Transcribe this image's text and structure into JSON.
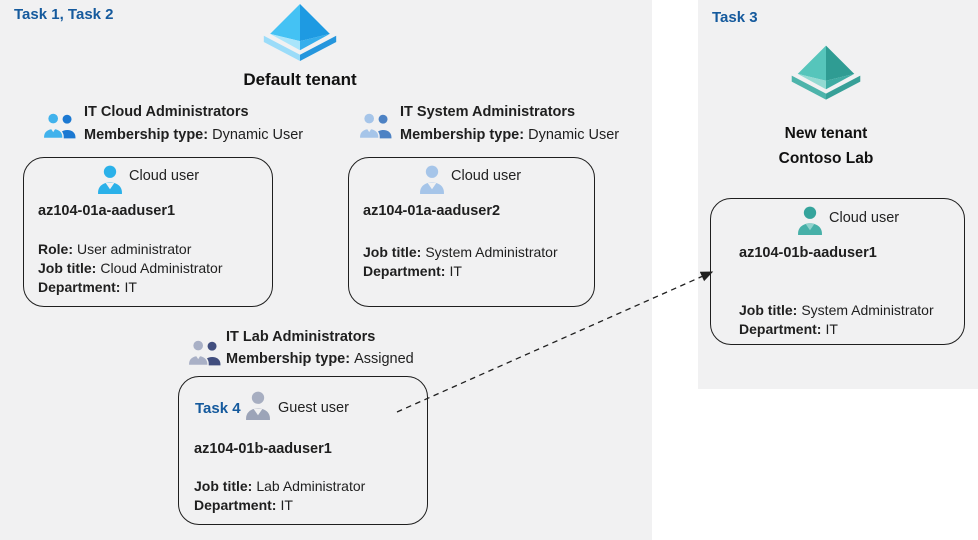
{
  "colors": {
    "background": "#ffffff",
    "panel_bg": "#f1f1f2",
    "task_label_blue": "#155a9d",
    "text": "#1f1f1f",
    "card_border": "#1f1f1f",
    "cloud_user_cyan": "#2bb1e9",
    "cloud_user_pale_blue": "#a6c5e9",
    "guest_user_gray": "#9ca4b8",
    "cloud_user_teal": "#47b0a8",
    "group_cloud": {
      "front": "#41b2ec",
      "back": "#1c79d2"
    },
    "group_system": {
      "front": "#a6c5e9",
      "back": "#4d82c4"
    },
    "group_lab": {
      "front": "#a9b0c6",
      "back": "#414e7e"
    },
    "aad_blue": {
      "face_ul": "#44c2f4",
      "face_ur": "#1e9ae2",
      "face_ll": "#a9e5fb",
      "face_lr": "#35aeec",
      "band_l": "#9bdcf9",
      "band_r": "#2596dd"
    },
    "aad_teal": {
      "face_ul": "#56c5bb",
      "face_ur": "#2f9c93",
      "face_ll": "#93dad2",
      "face_lr": "#3faca3",
      "band_l": "#4db4ab",
      "band_r": "#37a098"
    }
  },
  "left_panel": {
    "task_label": "Task 1, Task 2",
    "tenant_icon": "azure-ad-tenant-icon-blue",
    "tenant_name": "Default tenant",
    "groups": [
      {
        "icon": "group-icon",
        "name": "IT Cloud Administrators",
        "membership_label": "Membership type:",
        "membership_value": "Dynamic User"
      },
      {
        "icon": "group-icon",
        "name": "IT System Administrators",
        "membership_label": "Membership type:",
        "membership_value": "Dynamic User"
      },
      {
        "icon": "group-icon",
        "name": "IT Lab Administrators",
        "membership_label": "Membership type:",
        "membership_value": "Assigned"
      }
    ],
    "cards": [
      {
        "icon": "cloud-user-icon",
        "type": "Cloud user",
        "name": "az104-01a-aaduser1",
        "attrs": [
          {
            "label": "Role:",
            "value": "User administrator"
          },
          {
            "label": "Job title:",
            "value": "Cloud Administrator"
          },
          {
            "label": "Department:",
            "value": "IT"
          }
        ]
      },
      {
        "icon": "cloud-user-icon",
        "type": "Cloud user",
        "name": "az104-01a-aaduser2",
        "attrs": [
          {
            "label": "Job title:",
            "value": "System Administrator"
          },
          {
            "label": "Department:",
            "value": "IT"
          }
        ]
      },
      {
        "task_label": "Task 4",
        "icon": "guest-user-icon",
        "type": "Guest user",
        "name": "az104-01b-aaduser1",
        "attrs": [
          {
            "label": "Job title:",
            "value": "Lab Administrator"
          },
          {
            "label": "Department:",
            "value": "IT"
          }
        ]
      }
    ]
  },
  "right_panel": {
    "task_label": "Task 3",
    "tenant_icon": "azure-ad-tenant-icon-teal",
    "tenant_name_line1": "New tenant",
    "tenant_name_line2": "Contoso Lab",
    "card": {
      "icon": "cloud-user-icon",
      "type": "Cloud user",
      "name": "az104-01b-aaduser1",
      "attrs": [
        {
          "label": "Job title:",
          "value": "System Administrator"
        },
        {
          "label": "Department:",
          "value": "IT"
        }
      ]
    }
  },
  "arrow": {
    "meaning": "guest user invited to new tenant",
    "style": "dashed"
  }
}
